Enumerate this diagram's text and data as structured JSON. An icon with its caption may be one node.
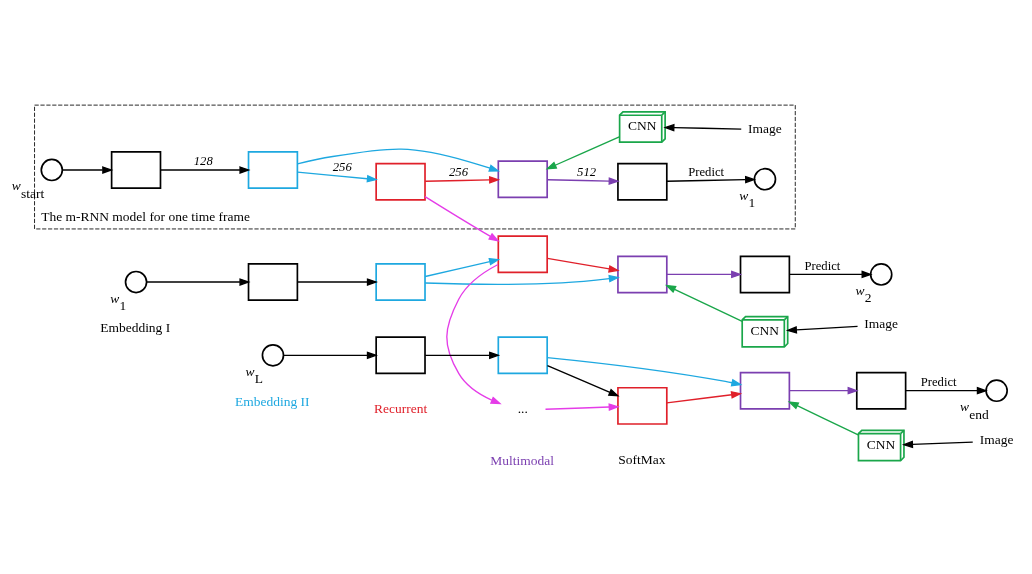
{
  "diagram": {
    "nodes": [
      {
        "text": [
          "The m-RNN model for one time frame"
        ]
      },
      {
        "text": [],
        "shape": "circle",
        "beside": [
          "w$_{start}$"
        ],
        "in": 0
      },
      {
        "text": [],
        "shape": "box",
        "in": 0
      },
      {
        "text": [],
        "shape": "box",
        "in": 0
      },
      {
        "text": [],
        "shape": "box",
        "in": 0
      },
      {
        "text": [],
        "shape": "box",
        "in": 0
      },
      {
        "text": [],
        "shape": "box",
        "in": 0
      },
      {
        "text": [],
        "shape": "circle",
        "beside": [
          "w$_{1}$"
        ],
        "in": 0
      },
      {
        "text": [
          "CNN"
        ],
        "in": 0
      },
      {
        "text": [
          "Image"
        ],
        "in": 0
      },
      {
        "text": [],
        "shape": "circle",
        "beside": [
          "w$_{1}$"
        ]
      },
      {
        "text": [],
        "shape": "box"
      },
      {
        "text": [],
        "shape": "box"
      },
      {
        "text": [],
        "shape": "box"
      },
      {
        "text": [],
        "shape": "box"
      },
      {
        "text": [],
        "shape": "box"
      },
      {
        "text": [],
        "shape": "circle",
        "beside": [
          "w$_{2}$"
        ]
      },
      {
        "text": [
          "CNN"
        ]
      },
      {
        "text": [
          "Image"
        ]
      },
      {
        "text": [
          "..."
        ]
      },
      {
        "text": [],
        "shape": "circle",
        "beside": [
          "w$_{L}$"
        ]
      },
      {
        "text": [],
        "shape": "box"
      },
      {
        "text": [],
        "shape": "box"
      },
      {
        "text": [],
        "shape": "box"
      },
      {
        "text": [],
        "shape": "box"
      },
      {
        "text": [],
        "shape": "box"
      },
      {
        "text": [],
        "shape": "circle",
        "beside": [
          "w$_{end}$"
        ]
      },
      {
        "text": [
          "CNN"
        ]
      },
      {
        "text": [
          "Image"
        ]
      }
    ],
    "edges": [
      {
        "from": 1,
        "to": 2,
        "arrow": "to"
      },
      {
        "from": 2,
        "to": 3,
        "arrow": "to",
        "label": "128"
      },
      {
        "from": 3,
        "to": 4,
        "arrow": "to",
        "color": "#1ea8e0",
        "label": "256"
      },
      {
        "from": 3,
        "to": 5,
        "arrow": "to",
        "color": "#1ea8e0"
      },
      {
        "from": 4,
        "to": 5,
        "arrow": "to",
        "color": "#e0202a",
        "label": "256"
      },
      {
        "from": 5,
        "to": 6,
        "arrow": "to",
        "color": "#7b3fb0",
        "label": "512"
      },
      {
        "from": 6,
        "to": 7,
        "arrow": "to",
        "label": "Predict"
      },
      {
        "from": 8,
        "to": 5,
        "arrow": "to",
        "color": "#1aa64a"
      },
      {
        "from": 9,
        "to": 8,
        "arrow": "to"
      },
      {
        "from": 10,
        "to": 11,
        "arrow": "to"
      },
      {
        "from": 11,
        "to": 12,
        "arrow": "to"
      },
      {
        "from": 12,
        "to": 13,
        "arrow": "to",
        "color": "#1ea8e0"
      },
      {
        "from": 12,
        "to": 14,
        "arrow": "to",
        "color": "#1ea8e0"
      },
      {
        "from": 13,
        "to": 14,
        "arrow": "to",
        "color": "#e0202a"
      },
      {
        "from": 14,
        "to": 15,
        "arrow": "to",
        "color": "#7b3fb0"
      },
      {
        "from": 15,
        "to": 16,
        "arrow": "to",
        "label": "Predict"
      },
      {
        "from": 17,
        "to": 14,
        "arrow": "to",
        "color": "#1aa64a"
      },
      {
        "from": 18,
        "to": 17,
        "arrow": "to"
      },
      {
        "from": 20,
        "to": 21,
        "arrow": "to"
      },
      {
        "from": 21,
        "to": 22,
        "arrow": "to"
      },
      {
        "from": 22,
        "to": 23,
        "arrow": "to"
      },
      {
        "from": 22,
        "to": 24,
        "arrow": "to",
        "color": "#1ea8e0"
      },
      {
        "from": 23,
        "to": 24,
        "arrow": "to",
        "color": "#e0202a"
      },
      {
        "from": 24,
        "to": 25,
        "arrow": "to",
        "color": "#7b3fb0"
      },
      {
        "from": 25,
        "to": 26,
        "arrow": "to",
        "label": "Predict"
      },
      {
        "from": 27,
        "to": 24,
        "arrow": "to",
        "color": "#1aa64a"
      },
      {
        "from": 28,
        "to": 27,
        "arrow": "to"
      },
      {
        "from": 4,
        "to": 13,
        "arrow": "to",
        "color": "#e53ce8"
      },
      {
        "from": 13,
        "to": 19,
        "arrow": "to",
        "color": "#e53ce8"
      },
      {
        "from": 19,
        "to": 23,
        "arrow": "to",
        "color": "#e53ce8"
      }
    ],
    "labels": [
      "Embedding I",
      "Embedding II",
      "Recurrent",
      "Multimodal",
      "SoftMax"
    ]
  }
}
